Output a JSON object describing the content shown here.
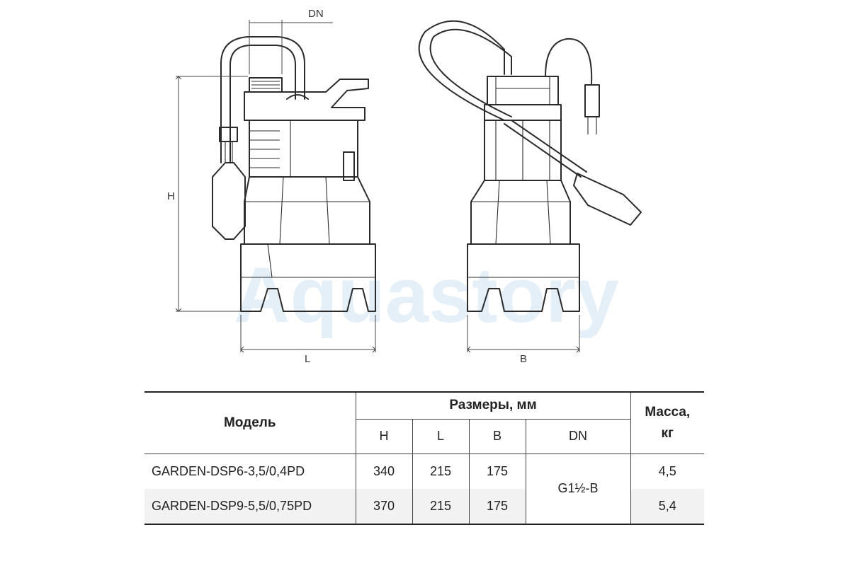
{
  "diagram": {
    "dimension_labels": {
      "dn": "DN",
      "h": "H",
      "l": "L",
      "b": "B"
    },
    "watermark": "Aquastory"
  },
  "table": {
    "header": {
      "model": "Модель",
      "dimensions": "Размеры, мм",
      "mass": "Масса, кг",
      "h": "H",
      "l": "L",
      "b": "B",
      "dn": "DN"
    },
    "rows": [
      {
        "model": "GARDEN-DSP6-3,5/0,4PD",
        "h": "340",
        "l": "215",
        "b": "175",
        "mass": "4,5"
      },
      {
        "model": "GARDEN-DSP9-5,5/0,75PD",
        "h": "370",
        "l": "215",
        "b": "175",
        "mass": "5,4"
      }
    ],
    "dn_value": "G1½-B"
  }
}
